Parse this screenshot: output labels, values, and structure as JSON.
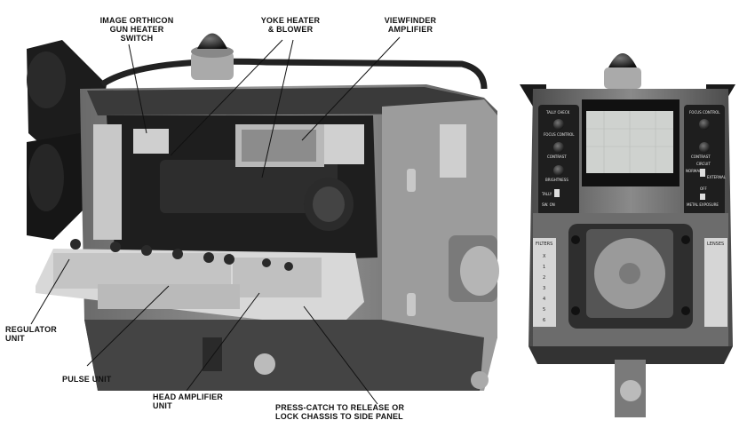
{
  "callouts": {
    "gun_heater": "IMAGE ORTHICON\nGUN HEATER\nSWITCH",
    "yoke_heater": "YOKE HEATER\n& BLOWER",
    "viewfinder_amp": "VIEWFINDER\nAMPLIFIER",
    "regulator": "REGULATOR\nUNIT",
    "pulse": "PULSE UNIT",
    "head_amp": "HEAD AMPLIFIER\nUNIT",
    "press_catch": "PRESS-CATCH TO RELEASE OR\nLOCK CHASSIS TO SIDE PANEL"
  },
  "rear_panel": {
    "left_labels": [
      "TALLY CHECK",
      "FOCUS CONTROL",
      "CONTRAST",
      "BRIGHTNESS",
      "TALLY",
      "SW. ON"
    ],
    "right_labels": [
      "FOCUS CONTROL",
      "CONTRAST",
      "CIRCUIT",
      "NORMAL",
      "EXTERNAL",
      "OFF",
      "METAL EXPOSURE"
    ],
    "filters_label": "FILTERS",
    "filters_values": [
      "X",
      "1",
      "2",
      "3",
      "4",
      "5",
      "6"
    ],
    "lenses_label": "LENSES"
  }
}
